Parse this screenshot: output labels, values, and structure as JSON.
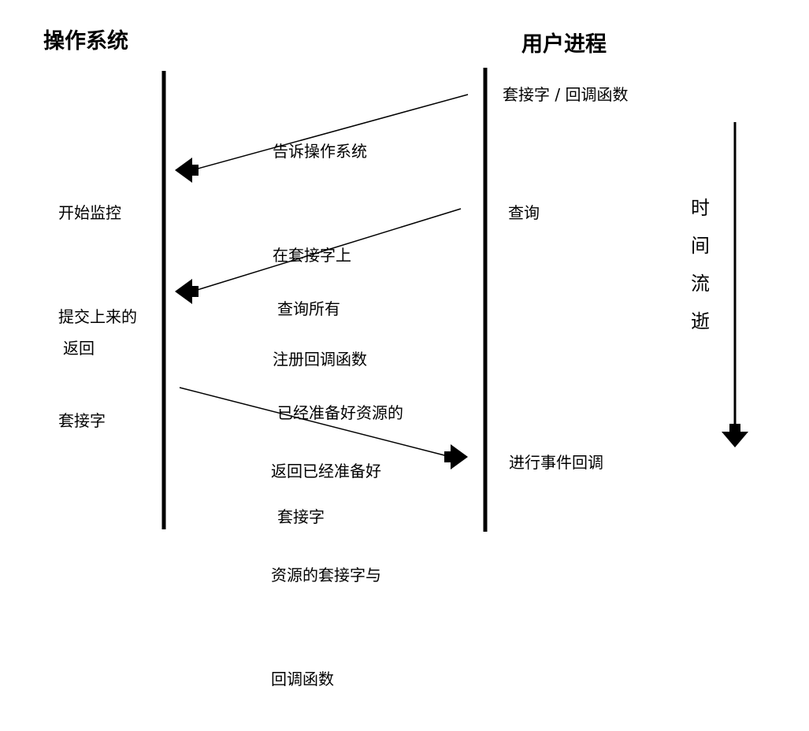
{
  "headings": {
    "os": "操作系统",
    "user": "用户进程"
  },
  "os_notes": {
    "monitor": [
      "开始监控",
      "提交上来的",
      "套接字"
    ],
    "return": "返回"
  },
  "messages": {
    "register": [
      "告诉操作系统",
      "在套接字上",
      "注册回调函数"
    ],
    "query": [
      "查询所有",
      "已经准备好资源的",
      "套接字"
    ],
    "response": [
      "返回已经准备好",
      "资源的套接字与",
      "回调函数"
    ]
  },
  "user_notes": {
    "socket_callback": "套接字 / 回调函数",
    "query": "查询",
    "callback": "进行事件回调"
  },
  "time_axis": {
    "label": "时间流逝"
  }
}
